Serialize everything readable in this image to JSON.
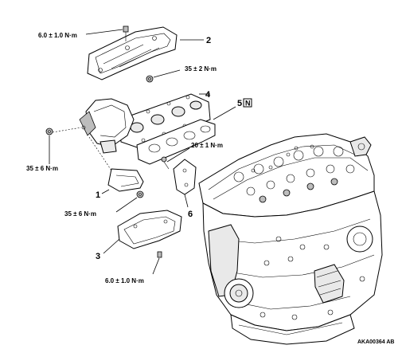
{
  "torque_specs": {
    "heat_protector_bolt": "6.0 ± 1.0 N·m",
    "heat_protector_nut": "35 ± 2 N·m",
    "manifold_stud": "20 ± 1 N·m",
    "manifold_bolt_left": "35 ± 6 N·m",
    "bracket_bolt": "35 ± 6 N·m",
    "lower_cover_bolt": "6.0 ± 1.0 N·m"
  },
  "callouts": {
    "bracket": "1",
    "heat_protector": "2",
    "lower_heat_protector": "3",
    "exhaust_manifold": "4",
    "gasket": "5",
    "gasket_badge": "N",
    "stay": "6"
  },
  "figure_id": "AKA00364 AB"
}
